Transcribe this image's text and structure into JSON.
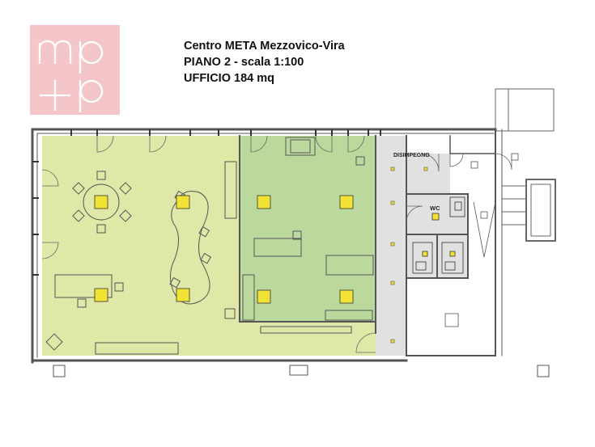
{
  "logo": {
    "text": "mp+p",
    "color_bg": "#f5c6c9"
  },
  "title": {
    "line1": "Centro META Mezzovico-Vira",
    "line2": "PIANO 2 - scala 1:100",
    "line3": "UFFICIO 184 mq"
  },
  "rooms": {
    "disimpegno": "DISIMPEGNO",
    "wc": "WC"
  },
  "colors": {
    "office_main": "#dfe8a7",
    "office_meeting": "#bcd99d",
    "corridor": "#e1e1e1",
    "wall": "#555555",
    "light_fixture": "#f2e234"
  }
}
